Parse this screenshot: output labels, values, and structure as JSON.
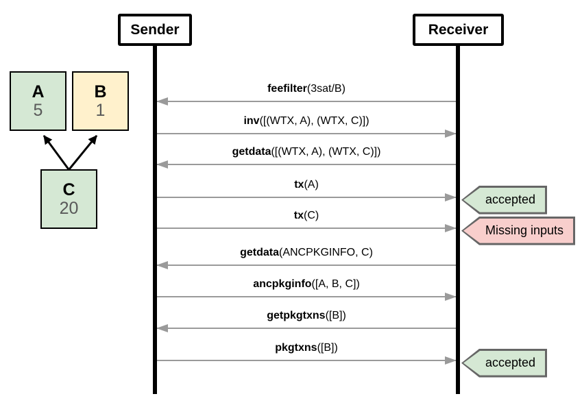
{
  "actors": {
    "sender": "Sender",
    "receiver": "Receiver"
  },
  "graph": {
    "nodes": [
      {
        "id": "A",
        "label": "A",
        "value": "5",
        "color": "#d5e8d4"
      },
      {
        "id": "B",
        "label": "B",
        "value": "1",
        "color": "#fff1cc"
      },
      {
        "id": "C",
        "label": "C",
        "value": "20",
        "color": "#d5e8d4"
      }
    ],
    "edges": [
      {
        "from": "C",
        "to": "A"
      },
      {
        "from": "C",
        "to": "B"
      }
    ]
  },
  "messages": [
    {
      "name": "feefilter",
      "args": "(3sat/B)",
      "from": "receiver",
      "to": "sender"
    },
    {
      "name": "inv",
      "args": "([(WTX, A), (WTX, C)])",
      "from": "sender",
      "to": "receiver"
    },
    {
      "name": "getdata",
      "args": "([(WTX, A), (WTX, C)])",
      "from": "receiver",
      "to": "sender"
    },
    {
      "name": "tx",
      "args": "(A)",
      "from": "sender",
      "to": "receiver",
      "badge": {
        "text": "accepted",
        "type": "success"
      }
    },
    {
      "name": "tx",
      "args": "(C)",
      "from": "sender",
      "to": "receiver",
      "badge": {
        "text": "Missing inputs",
        "type": "error"
      }
    },
    {
      "name": "getdata",
      "args": "(ANCPKGINFO, C)",
      "from": "receiver",
      "to": "sender"
    },
    {
      "name": "ancpkginfo",
      "args": "([A, B, C])",
      "from": "sender",
      "to": "receiver"
    },
    {
      "name": "getpkgtxns",
      "args": "([B])",
      "from": "receiver",
      "to": "sender"
    },
    {
      "name": "pkgtxns",
      "args": "([B])",
      "from": "sender",
      "to": "receiver",
      "badge": {
        "text": "accepted",
        "type": "success"
      }
    }
  ],
  "colors": {
    "node_green": "#d5e8d4",
    "node_yellow": "#fff1cc",
    "badge_success_fill": "#d5e8d4",
    "badge_error_fill": "#f8cecc",
    "badge_border": "#666666",
    "arrow_gray": "#9a9a9a",
    "line_black": "#000000",
    "value_gray": "#595959"
  }
}
